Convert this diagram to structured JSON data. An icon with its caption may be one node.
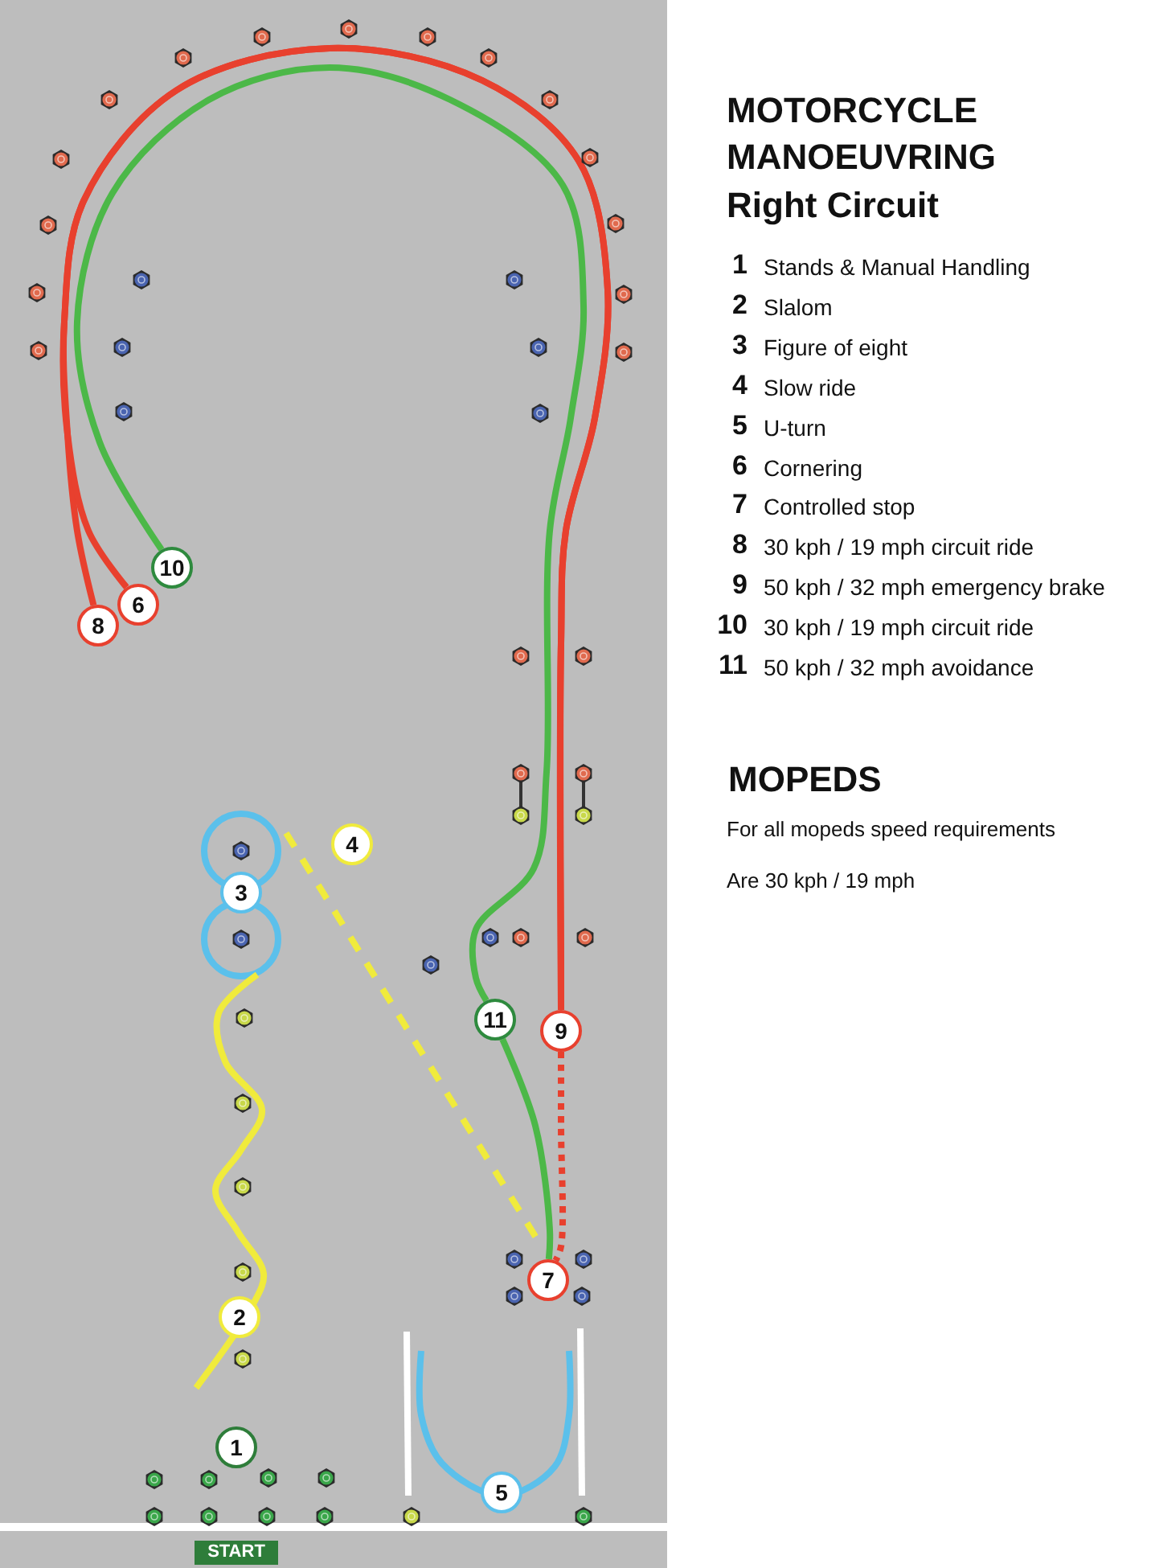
{
  "diagram": {
    "title": "MOTORCYCLE MANOEUVRING",
    "nodes": [
      {
        "text": [
          "1"
        ]
      },
      {
        "text": [
          "2"
        ]
      },
      {
        "text": [
          "3"
        ]
      },
      {
        "text": [
          "4"
        ]
      },
      {
        "text": [
          "5"
        ]
      },
      {
        "text": [
          "6"
        ]
      },
      {
        "text": [
          "7"
        ]
      },
      {
        "text": [
          "8"
        ]
      },
      {
        "text": [
          "9"
        ]
      },
      {
        "text": [
          "10"
        ]
      },
      {
        "text": [
          "11"
        ]
      },
      {
        "text": [
          "START"
        ]
      }
    ],
    "edges": [
      {
        "from": 7,
        "to": 8,
        "arrow": "none",
        "color": "#e8402e"
      },
      {
        "from": 5,
        "to": 8,
        "arrow": "none",
        "color": "#e8402e"
      },
      {
        "from": 8,
        "to": 6,
        "arrow": "none",
        "style": "dashed",
        "color": "#e8402e"
      },
      {
        "from": 9,
        "to": 10,
        "arrow": "none",
        "color": "#4cb848"
      },
      {
        "from": 10,
        "to": 6,
        "arrow": "none",
        "color": "#4cb848"
      }
    ],
    "labels": [
      "Right Circuit",
      "1",
      "Stands & Manual Handling",
      "2",
      "Slalom",
      "3",
      "Figure of eight",
      "4",
      "Slow ride",
      "5",
      "U-turn",
      "6",
      "Cornering",
      "7",
      "Controlled stop",
      "8",
      "30 kph / 19 mph circuit ride",
      "9",
      "50 kph / 32 mph emergency brake",
      "10",
      "30 kph / 19 mph circuit ride",
      "11",
      "50 kph / 32 mph avoidance",
      "MOPEDS",
      "For all mopeds speed requirements",
      "Are 30 kph / 19 mph"
    ]
  }
}
